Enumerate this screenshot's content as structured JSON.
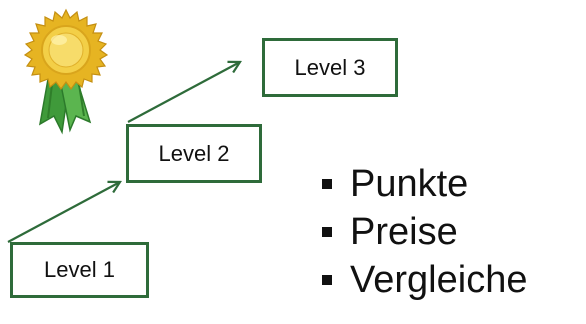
{
  "levels": [
    {
      "label": "Level 1"
    },
    {
      "label": "Level 2"
    },
    {
      "label": "Level 3"
    }
  ],
  "bullets": [
    "Punkte",
    "Preise",
    "Vergleiche"
  ],
  "colors": {
    "border": "#2e6b3a",
    "arrow": "#2e6b3a",
    "medal_gold": "#e6b422",
    "ribbon_green": "#3f9a3a",
    "text": "#111111"
  },
  "icons": {
    "award": "award-medal-icon",
    "bullet": "square-bullet-icon"
  }
}
